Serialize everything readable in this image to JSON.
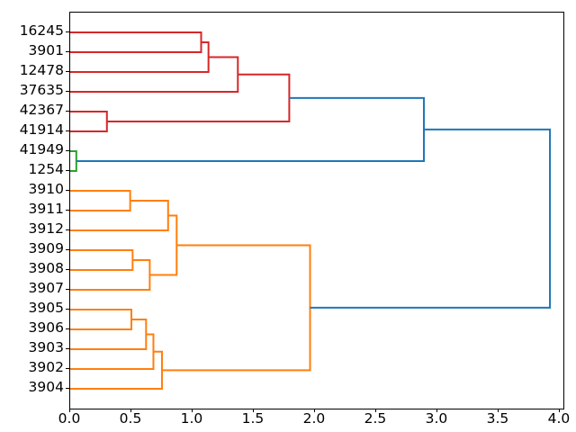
{
  "chart_data": {
    "type": "dendrogram",
    "title": "",
    "xlabel": "",
    "ylabel": "",
    "xlim": [
      0.0,
      4.03
    ],
    "ylim_leaves": 20,
    "grid": false,
    "legend": "none",
    "orientation": "left",
    "xticks": [
      "0.0",
      "0.5",
      "1.0",
      "1.5",
      "2.0",
      "2.5",
      "3.0",
      "3.5",
      "4.0"
    ],
    "xtick_values": [
      0.0,
      0.5,
      1.0,
      1.5,
      2.0,
      2.5,
      3.0,
      3.5,
      4.0
    ],
    "leaf_labels": [
      "16245",
      "3901",
      "12478",
      "37635",
      "42367",
      "41914",
      "41949",
      "1254",
      "3910",
      "3911",
      "3912",
      "3909",
      "3908",
      "3907",
      "3905",
      "3906",
      "3903",
      "3902",
      "3904"
    ],
    "colors": {
      "red": "#d62728",
      "green": "#2ca02c",
      "orange": "#ff7f0e",
      "blue": "#1f77b4",
      "axis": "#000000",
      "background": "#ffffff"
    },
    "links": [
      {
        "id": "r1",
        "color": "red",
        "height": 1.07,
        "children_y": [
          0,
          1
        ],
        "merge_y": 0.5
      },
      {
        "id": "r2",
        "color": "red",
        "height": 1.13,
        "children_y": [
          0.5,
          2
        ],
        "merge_y": 1.25
      },
      {
        "id": "r3",
        "color": "red",
        "height": 1.37,
        "children_y": [
          1.25,
          3
        ],
        "merge_y": 2.125
      },
      {
        "id": "r4",
        "color": "red",
        "height": 0.3,
        "children_y": [
          4,
          5
        ],
        "merge_y": 4.5
      },
      {
        "id": "r5",
        "color": "red",
        "height": 1.79,
        "children_y": [
          2.125,
          4.5
        ],
        "merge_y": 3.3125
      },
      {
        "id": "g1",
        "color": "green",
        "height": 0.05,
        "children_y": [
          6,
          7
        ],
        "merge_y": 6.5
      },
      {
        "id": "o1",
        "color": "orange",
        "height": 0.49,
        "children_y": [
          8,
          9
        ],
        "merge_y": 8.5
      },
      {
        "id": "o2",
        "color": "orange",
        "height": 0.8,
        "children_y": [
          8.5,
          10
        ],
        "merge_y": 9.25
      },
      {
        "id": "o3",
        "color": "orange",
        "height": 0.51,
        "children_y": [
          11,
          12
        ],
        "merge_y": 11.5
      },
      {
        "id": "o4",
        "color": "orange",
        "height": 0.65,
        "children_y": [
          11.5,
          13
        ],
        "merge_y": 12.25
      },
      {
        "id": "o5",
        "color": "orange",
        "height": 0.87,
        "children_y": [
          9.25,
          12.25
        ],
        "merge_y": 10.75
      },
      {
        "id": "o6",
        "color": "orange",
        "height": 0.5,
        "children_y": [
          14,
          15
        ],
        "merge_y": 14.5
      },
      {
        "id": "o7",
        "color": "orange",
        "height": 0.62,
        "children_y": [
          14.5,
          16
        ],
        "merge_y": 15.25
      },
      {
        "id": "o8",
        "color": "orange",
        "height": 0.68,
        "children_y": [
          15.25,
          17
        ],
        "merge_y": 16.125
      },
      {
        "id": "o9",
        "color": "orange",
        "height": 0.75,
        "children_y": [
          16.125,
          18
        ],
        "merge_y": 17.0625
      },
      {
        "id": "o10",
        "color": "orange",
        "height": 1.96,
        "children_y": [
          10.75,
          17.0625
        ],
        "merge_y": 13.906
      },
      {
        "id": "b1",
        "color": "blue",
        "height": 2.89,
        "children_y": [
          3.3125,
          6.5
        ],
        "merge_y": 4.906
      },
      {
        "id": "b2",
        "color": "blue",
        "height": 3.92,
        "children_y": [
          4.906,
          13.906
        ],
        "merge_y": 9.406
      }
    ],
    "description": "Hierarchical clustering dendrogram with 19 leaves grouped into a red cluster, a green cluster and an orange cluster, joined by blue links."
  }
}
